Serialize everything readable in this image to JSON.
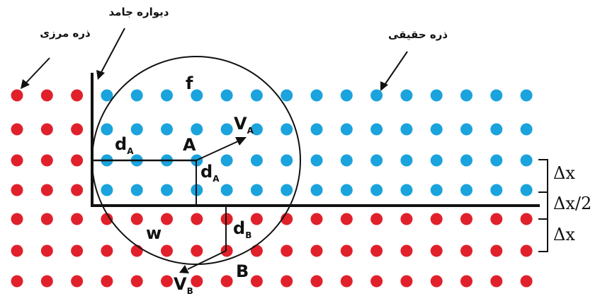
{
  "labels": {
    "boundary_particle": "ذره مرزی",
    "solid_wall": "دیواره جامد",
    "real_particle": "ذره حقیقی",
    "f": "f",
    "w": "w",
    "A": "A",
    "B": "B",
    "d_A": "d",
    "d_A_sub": "A",
    "d_B": "d",
    "d_B_sub": "B",
    "V_A": "V",
    "V_A_sub": "A",
    "V_B": "V",
    "V_B_sub": "B",
    "dx1": "Δx",
    "dx_half": "Δx/2",
    "dx2": "Δx"
  },
  "colors": {
    "boundary_particle": "#e0212b",
    "real_particle": "#1aa3dc",
    "line": "#111111"
  }
}
